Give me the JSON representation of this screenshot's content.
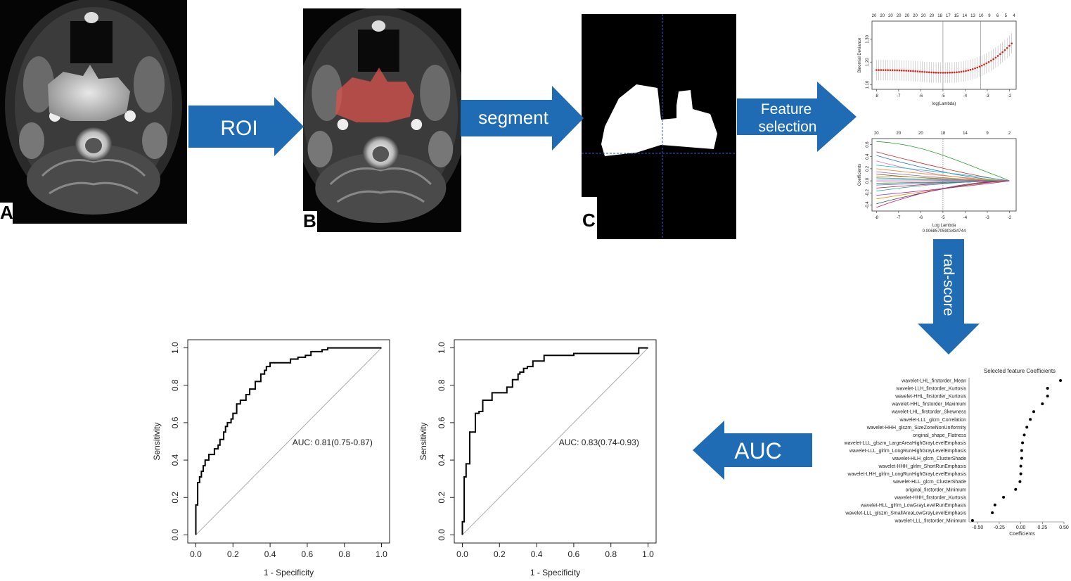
{
  "panels": {
    "a_letter": "A",
    "b_letter": "B",
    "c_letter": "C"
  },
  "arrows": {
    "roi": "ROI",
    "segment": "segment",
    "feature_selection_line1": "Feature",
    "feature_selection_line2": "selection",
    "rad_score": "rad-score",
    "auc": "AUC"
  },
  "colors": {
    "arrow_blue": "#1f6cb5",
    "roi_red": "#d9534f",
    "mri_black": "#000000"
  },
  "lasso_deviance": {
    "ylabel": "Binomial Deviance",
    "xlabel": "log(Lambda)",
    "top_counts": [
      "20",
      "20",
      "20",
      "20",
      "20",
      "20",
      "20",
      "20",
      "18",
      "17",
      "15",
      "14",
      "13",
      "10",
      "9",
      "6",
      "5",
      "4"
    ],
    "y_ticks": [
      "1.10",
      "1.20",
      "1.30"
    ],
    "x_ticks": [
      "-8",
      "-7",
      "-6",
      "-5",
      "-4",
      "-3",
      "-2"
    ]
  },
  "lasso_coef": {
    "ylabel": "Coefficients",
    "xlabel": "Log Lambda",
    "lambda_value": "0.00685705903434744",
    "top_counts": [
      "20",
      "20",
      "20",
      "18",
      "14",
      "9",
      "2"
    ],
    "y_ticks": [
      "-0.4",
      "-0.2",
      "0.0",
      "0.2",
      "0.4",
      "0.6"
    ],
    "x_ticks": [
      "-8",
      "-7",
      "-6",
      "-5",
      "-4",
      "-3",
      "-2"
    ]
  },
  "chart_data": [
    {
      "type": "bar",
      "title": "Selected feature Coefficients",
      "xlabel": "Coefficients",
      "ylabel": "",
      "xlim": [
        -0.6,
        0.5
      ],
      "x_ticks": [
        "-0.50",
        "-0.25",
        "0.00",
        "0.25",
        "0.50"
      ],
      "categories": [
        "wavelet-LHL_firstorder_Mean",
        "wavelet-LLH_firstorder_Kurtosis",
        "wavelet-HHL_firstorder_Kurtosis",
        "wavelet-HHL_firstorder_Maximum",
        "wavelet-LHL_firstorder_Skewness",
        "wavelet-LLL_glcm_Correlation",
        "wavelet-HHH_glszm_SizeZoneNonUniformity",
        "original_shape_Flatness",
        "wavelet-LLL_glszm_LargeAreaHighGrayLevelEmphasis",
        "wavelet-LLL_glrlm_LongRunHighGrayLevelEmphasis",
        "wavelet-HLH_glcm_ClusterShade",
        "wavelet-HHH_glrlm_ShortRunEmphasis",
        "wavelet-LHH_glrlm_LongRunHighGrayLevelEmphasis",
        "wavelet-HLL_glcm_ClusterShade",
        "original_firstorder_Minimum",
        "wavelet-HHH_firstorder_Kurtosis",
        "wavelet-HLL_glrlm_LowGrayLevelRunEmphasis",
        "wavelet-LLL_glszm_SmallAreaLowGrayLevelEmphasis",
        "wavelet-LLL_firstorder_Minimum"
      ],
      "values": [
        0.46,
        0.31,
        0.31,
        0.25,
        0.15,
        0.11,
        0.07,
        0.04,
        0.02,
        0.01,
        0.01,
        0.0,
        0.0,
        -0.01,
        -0.06,
        -0.2,
        -0.3,
        -0.33,
        -0.56
      ]
    },
    {
      "type": "line",
      "title": "",
      "xlabel": "1 - Specificity",
      "ylabel": "Sensitivity",
      "xlim": [
        0,
        1
      ],
      "ylim": [
        0,
        1
      ],
      "x_ticks": [
        "0.0",
        "0.2",
        "0.4",
        "0.6",
        "0.8",
        "1.0"
      ],
      "y_ticks": [
        "0.0",
        "0.2",
        "0.4",
        "0.6",
        "0.8",
        "1.0"
      ],
      "annotation": "AUC: 0.81(0.75-0.87)",
      "series": [
        {
          "x": [
            0,
            0,
            0.01,
            0.01,
            0.02,
            0.02,
            0.03,
            0.03,
            0.04,
            0.04,
            0.05,
            0.05,
            0.07,
            0.07,
            0.1,
            0.1,
            0.12,
            0.12,
            0.13,
            0.13,
            0.15,
            0.15,
            0.16,
            0.16,
            0.17,
            0.17,
            0.19,
            0.19,
            0.2,
            0.2,
            0.22,
            0.22,
            0.24,
            0.24,
            0.27,
            0.27,
            0.29,
            0.29,
            0.32,
            0.32,
            0.35,
            0.35,
            0.37,
            0.37,
            0.38,
            0.38,
            0.4,
            0.4,
            0.51,
            0.51,
            0.55,
            0.55,
            0.59,
            0.59,
            0.62,
            0.62,
            0.68,
            0.68,
            0.71,
            0.71,
            0.8,
            0.8,
            1.0
          ],
          "y": [
            0,
            0.16,
            0.16,
            0.28,
            0.28,
            0.31,
            0.31,
            0.34,
            0.34,
            0.37,
            0.37,
            0.4,
            0.4,
            0.43,
            0.43,
            0.46,
            0.46,
            0.48,
            0.48,
            0.51,
            0.51,
            0.55,
            0.55,
            0.58,
            0.58,
            0.6,
            0.6,
            0.62,
            0.62,
            0.65,
            0.65,
            0.7,
            0.7,
            0.72,
            0.72,
            0.75,
            0.75,
            0.78,
            0.78,
            0.82,
            0.82,
            0.86,
            0.86,
            0.88,
            0.88,
            0.9,
            0.9,
            0.92,
            0.92,
            0.94,
            0.94,
            0.95,
            0.95,
            0.96,
            0.96,
            0.98,
            0.98,
            0.99,
            0.99,
            1.0,
            1.0,
            1.0,
            1.0
          ]
        }
      ]
    },
    {
      "type": "line",
      "title": "",
      "xlabel": "1 - Specificity",
      "ylabel": "Sensitivity",
      "xlim": [
        0,
        1
      ],
      "ylim": [
        0,
        1
      ],
      "x_ticks": [
        "0.0",
        "0.2",
        "0.4",
        "0.6",
        "0.8",
        "1.0"
      ],
      "y_ticks": [
        "0.0",
        "0.2",
        "0.4",
        "0.6",
        "0.8",
        "1.0"
      ],
      "annotation": "AUC: 0.83(0.74-0.93)",
      "series": [
        {
          "x": [
            0,
            0,
            0.01,
            0.01,
            0.02,
            0.02,
            0.04,
            0.04,
            0.07,
            0.07,
            0.09,
            0.09,
            0.11,
            0.11,
            0.16,
            0.16,
            0.24,
            0.24,
            0.27,
            0.27,
            0.3,
            0.3,
            0.31,
            0.31,
            0.33,
            0.33,
            0.35,
            0.35,
            0.38,
            0.38,
            0.44,
            0.44,
            0.6,
            0.6,
            0.95,
            0.95,
            1.0
          ],
          "y": [
            0,
            0.07,
            0.07,
            0.31,
            0.31,
            0.38,
            0.38,
            0.55,
            0.55,
            0.65,
            0.65,
            0.66,
            0.66,
            0.72,
            0.72,
            0.76,
            0.76,
            0.79,
            0.79,
            0.83,
            0.83,
            0.86,
            0.86,
            0.87,
            0.87,
            0.89,
            0.89,
            0.9,
            0.9,
            0.93,
            0.93,
            0.96,
            0.96,
            0.97,
            0.97,
            1.0,
            1.0
          ]
        }
      ]
    }
  ]
}
